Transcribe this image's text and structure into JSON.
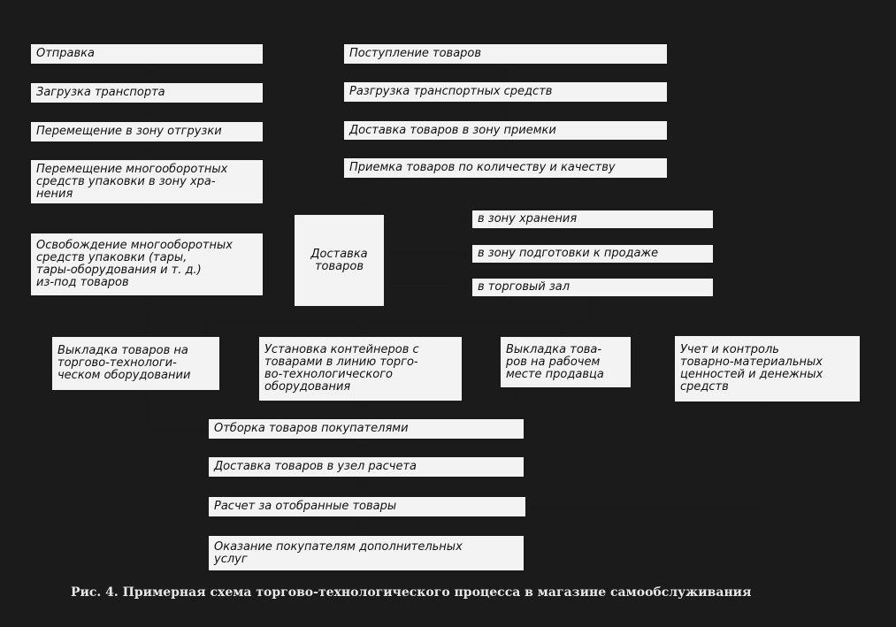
{
  "colors": {
    "background": "#1b1b1b",
    "box_fill": "#f3f3f3",
    "line": "#1a1a1a"
  },
  "boxes": {
    "otpravka": "Отправка",
    "zagruzka": "Загрузка транспорта",
    "peremeshchenie_otgruzka": "Перемещение в зону отгрузки",
    "peremeshchenie_mnogooborot": "Перемещение многооборотных\nсредств упаковки в зону хра-\nнения",
    "osvobozhdenie": "Освобождение многооборотных\nсредств упаковки (тары,\nтары-оборудования и т. д.)\nиз-под товаров",
    "postuplenie": "Поступление товаров",
    "razgruzka": "Разгрузка транспортных средств",
    "dostavka_priemka": "Доставка товаров в зону приемки",
    "priemka": "Приемка товаров по количеству и качеству",
    "dostavka_tovarov": "Доставка\nтоваров",
    "v_zonu_khraneniya": "в зону хранения",
    "v_zonu_podgotovki": "в зону подготовки к продаже",
    "v_torgovyi_zal": "в торговый зал",
    "vykladka_oborud": "Выкладка товаров на\nторгово-технологи-\nческом оборудовании",
    "ustanovka": "Установка контейнеров с\nтоварами в линию торго-\nво-технологического\nоборудования",
    "vykladka_rabochem": "Выкладка това-\nров на рабочем\nместе продавца",
    "uchet": "Учет и контроль\nтоварно-материальных\nценностей и денежных\nсредств",
    "otborka": "Отборка товаров покупателями",
    "dostavka_uzel": "Доставка товаров в узел расчета",
    "raschet": "Расчет за отобранные товары",
    "okazanie": "Оказание покупателям дополнительных\nуслуг"
  },
  "caption": "Рис. 4. Примерная схема торгово-технологического процесса в магазине самообслуживания"
}
